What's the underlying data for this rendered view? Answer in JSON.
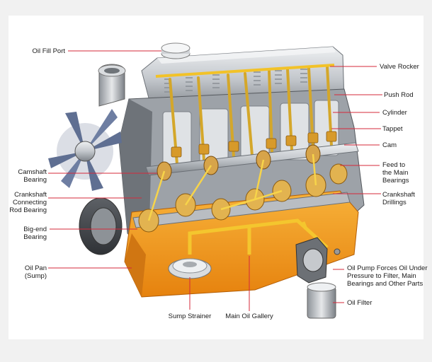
{
  "labels": {
    "oil_fill_port": "Oil Fill Port",
    "valve_rocker": "Valve Rocker",
    "push_rod": "Push Rod",
    "cylinder": "Cylinder",
    "tappet": "Tappet",
    "cam": "Cam",
    "feed_main_bearings": "Feed to\nthe Main\nBearings",
    "crankshaft_drillings": "Crankshaft\nDrillings",
    "oil_pump": "Oil Pump Forces Oil Under\nPressure to Filter, Main\nBearings and Other Parts",
    "oil_filter": "Oil Filter",
    "camshaft_bearing": "Camshaft\nBearing",
    "crankshaft_conrod_bearing": "Crankshaft\nConnecting\nRod Bearing",
    "big_end_bearing": "Big-end\nBearing",
    "oil_pan": "Oil Pan\n(Sump)",
    "sump_strainer": "Sump Strainer",
    "main_oil_gallery": "Main Oil Gallery"
  },
  "colors": {
    "leader": "#d6283a",
    "oil_orange": "#f39a1a",
    "oil_yellow": "#f7d44a",
    "metal_light": "#d9dcdf",
    "metal_mid": "#a7abb0",
    "metal_dark": "#55595e",
    "fan_blue": "#5f6f92"
  }
}
